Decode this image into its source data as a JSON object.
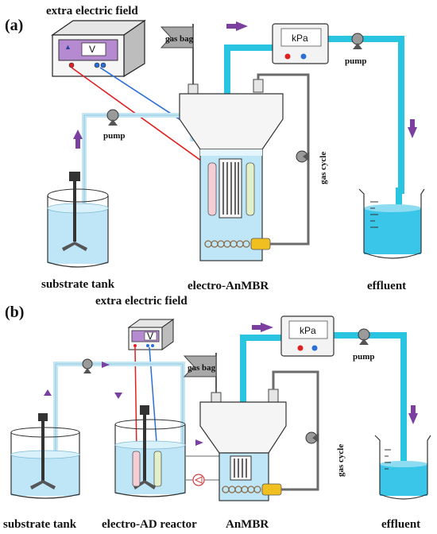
{
  "panel_a": {
    "tag": "(a)",
    "electric_field_label": "extra electric field",
    "supply_display": "V",
    "gas_bag_label": "gas bag",
    "meter_label": "kPa",
    "pump_in_label": "pump",
    "pump_out_label": "pump",
    "gas_cycle_label": "gas cycle",
    "substrate_label": "substrate tank",
    "reactor_label": "electro-AnMBR",
    "effluent_label": "effluent"
  },
  "panel_b": {
    "tag": "(b)",
    "electric_field_label": "extra electric field",
    "supply_display": "V",
    "gas_bag_label": "gas bag",
    "meter_label": "kPa",
    "pump_out_label": "pump",
    "gas_cycle_label": "gas cycle",
    "substrate_label": "substrate tank",
    "ad_reactor_label": "electro-AD reactor",
    "reactor_label": "AnMBR",
    "effluent_label": "effluent"
  },
  "colors": {
    "pipe": "#29c5e0",
    "light_pipe": "#c4e7f5",
    "water": "#bfe6f7",
    "arrow": "#7b3fa0",
    "supply": "#a25bc0",
    "anode_wire": "#e02020",
    "cathode_wire": "#2a6fd6",
    "gas_line": "#6b6b6b"
  }
}
